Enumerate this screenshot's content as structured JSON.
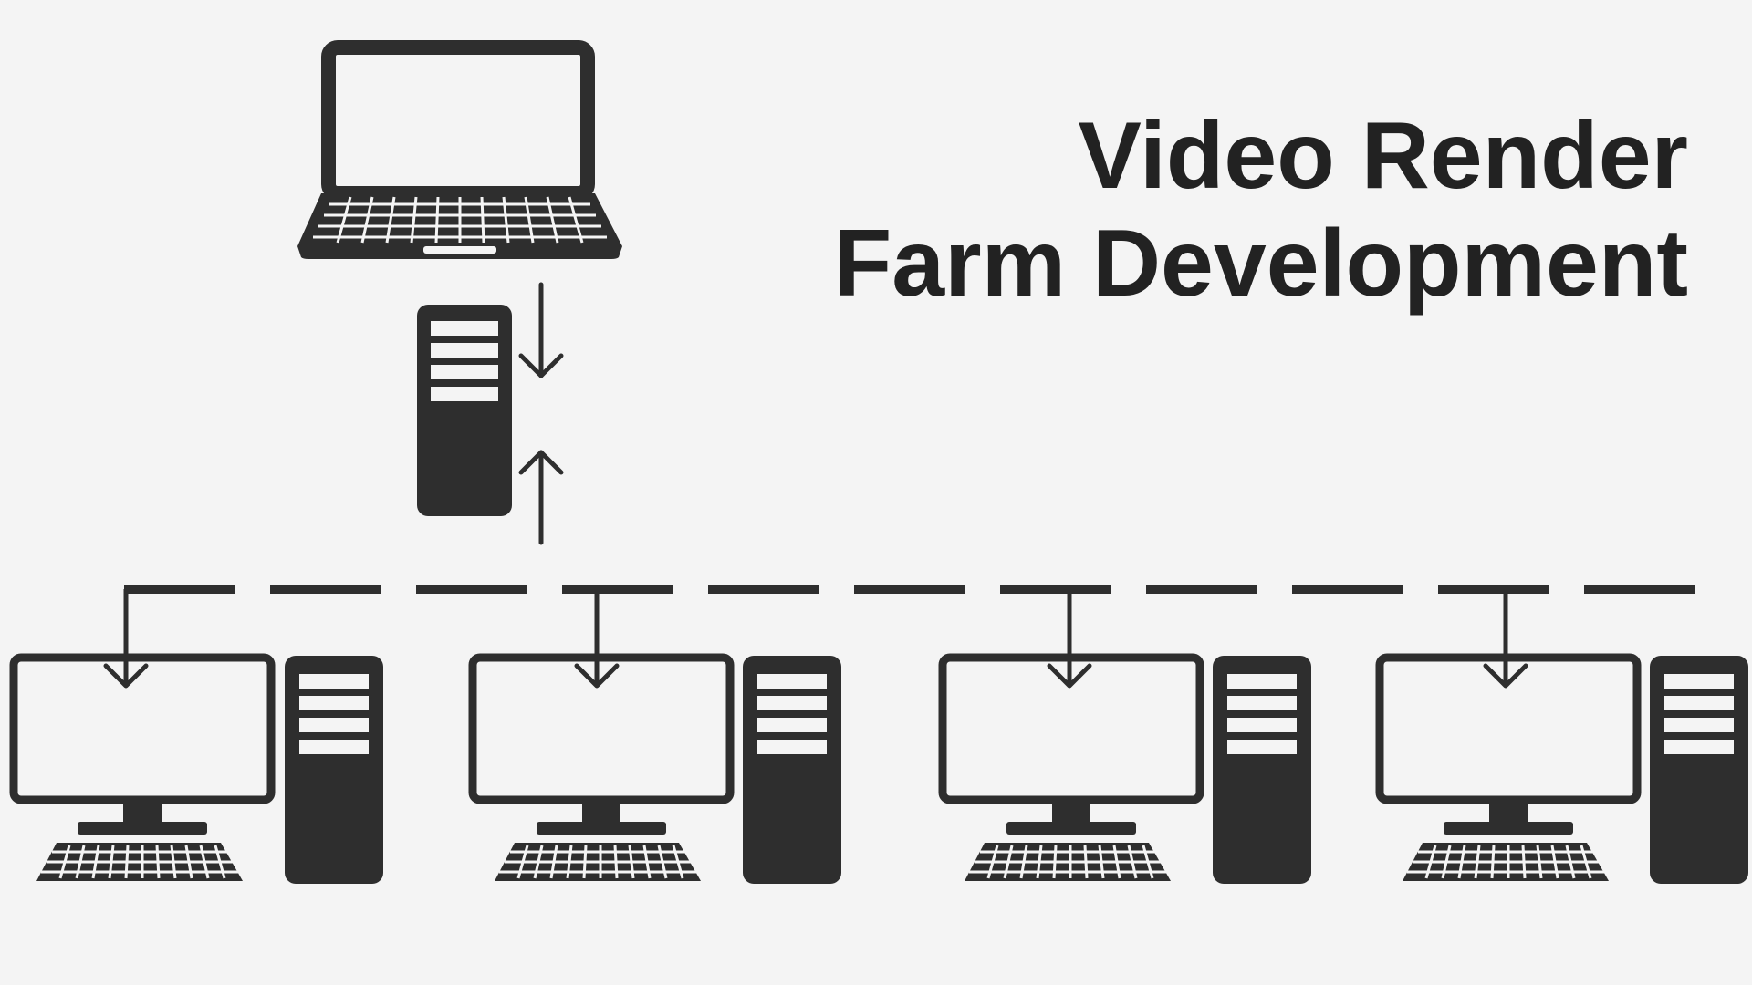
{
  "title": {
    "line1": "Video Render",
    "line2": "Farm Development"
  },
  "colors": {
    "background": "#f4f4f4",
    "icon": "#2e2e2e",
    "text": "#222222"
  },
  "icons": {
    "client": "laptop-icon",
    "server": "server-tower-icon",
    "node_monitor": "monitor-icon",
    "node_keyboard": "keyboard-icon",
    "node_tower": "pc-tower-icon"
  },
  "render_nodes": [
    {
      "id": "node-1"
    },
    {
      "id": "node-2"
    },
    {
      "id": "node-3"
    },
    {
      "id": "node-4"
    }
  ]
}
